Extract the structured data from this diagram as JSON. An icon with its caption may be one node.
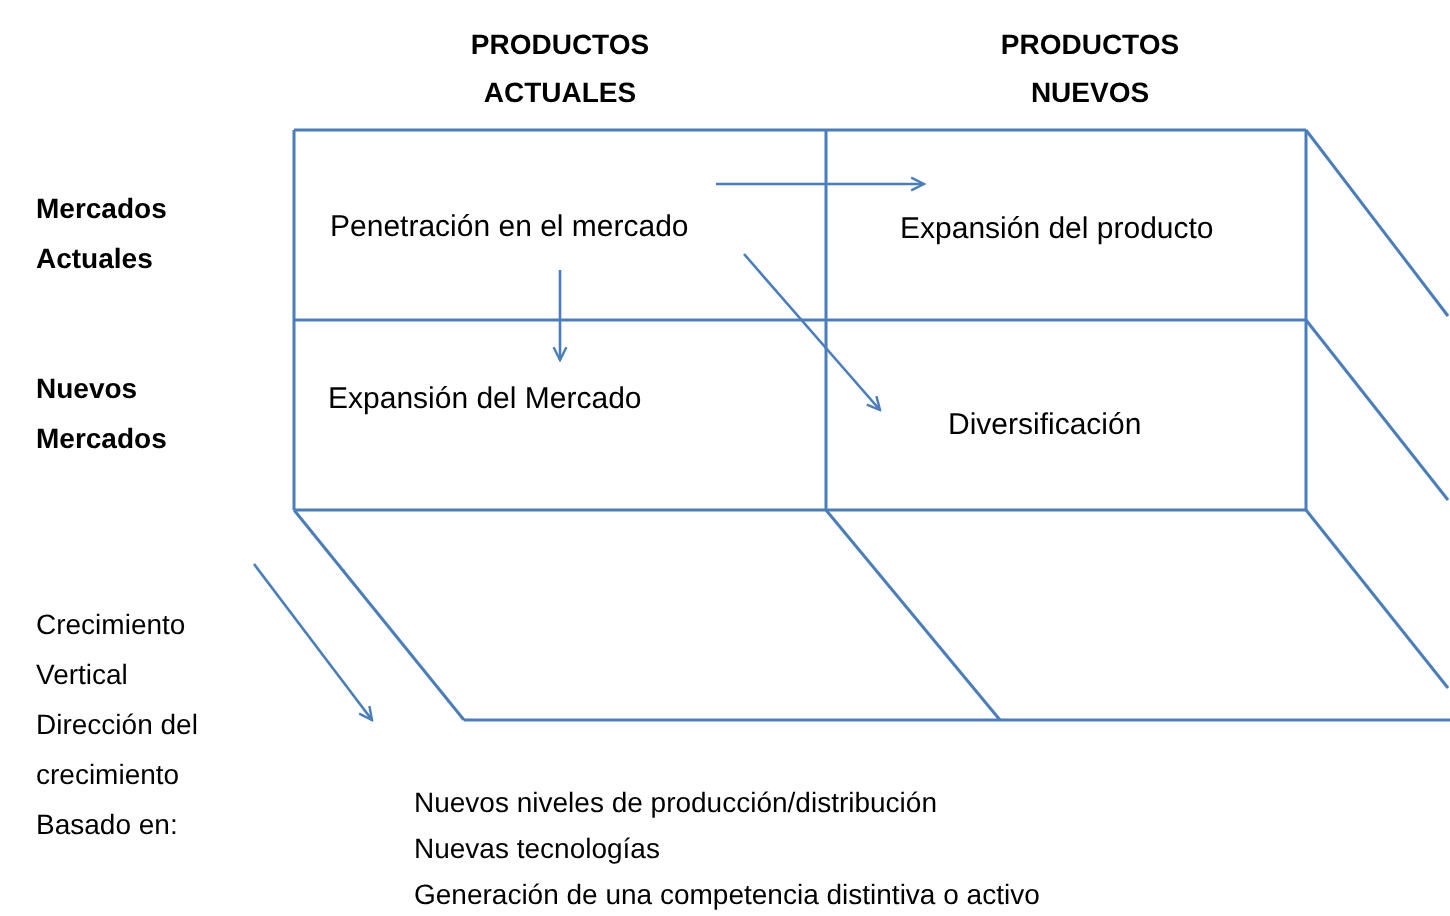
{
  "diagram": {
    "nodes": [
      {
        "text": [
          "Penetración en el mercado"
        ]
      },
      {
        "text": [
          "Expansión del producto"
        ]
      },
      {
        "text": [
          "Expansión del Mercado"
        ]
      },
      {
        "text": [
          "Diversificación"
        ]
      }
    ],
    "edges": [
      {
        "from": 0,
        "to": 1,
        "arrow": "to"
      },
      {
        "from": 0,
        "to": 2,
        "arrow": "to"
      },
      {
        "from": 0,
        "to": 3,
        "arrow": "to"
      }
    ],
    "labels": [
      "PRODUCTOS ACTUALES",
      "PRODUCTOS NUEVOS",
      "Mercados Actuales",
      "Nuevos Mercados",
      "Crecimiento Vertical Dirección del crecimiento Basado en:",
      "Nuevos niveles de producción/distribución",
      "Nuevas tecnologías",
      "Generación de una competencia distintiva o activo"
    ]
  }
}
